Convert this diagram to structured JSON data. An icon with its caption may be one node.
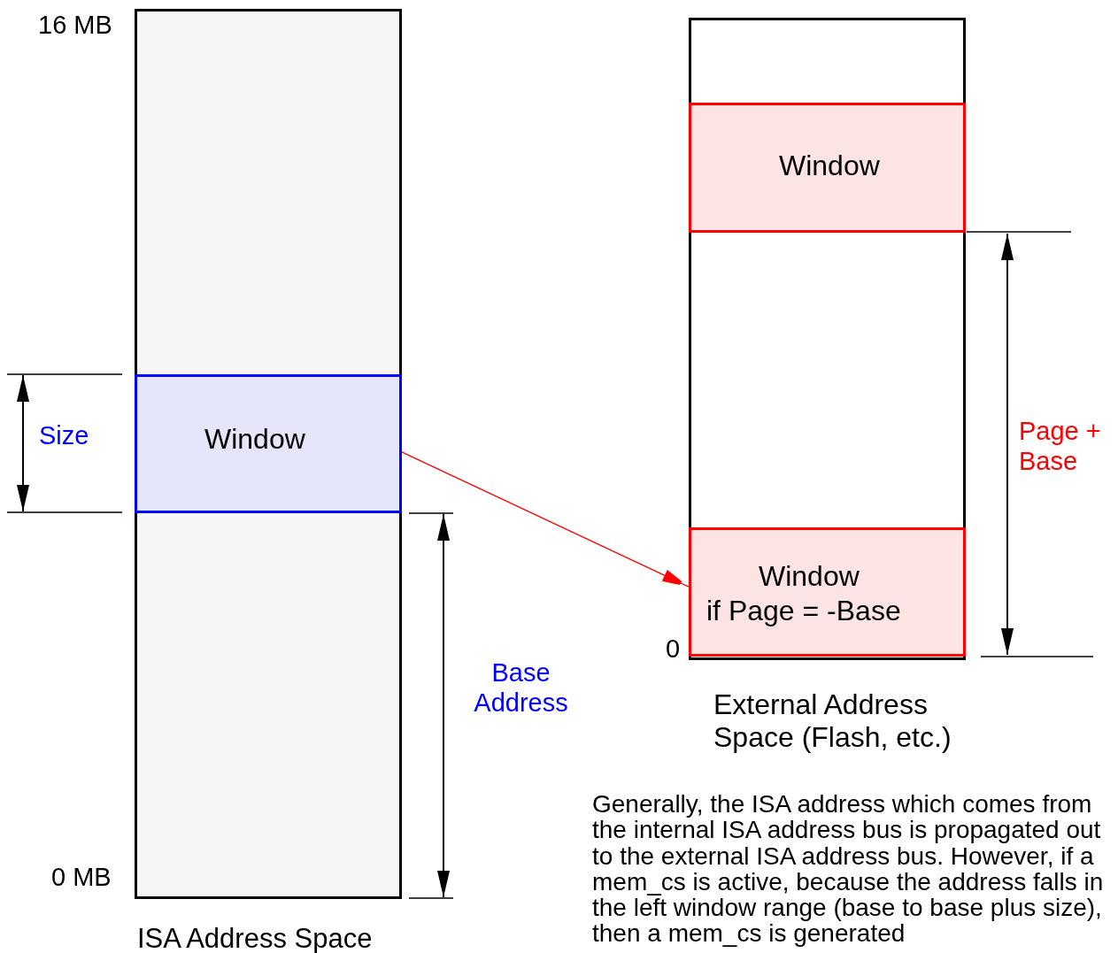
{
  "diagram": {
    "nodes": [
      {
        "text": [
          "ISA Address Space"
        ]
      },
      {
        "text": [
          "Window"
        ],
        "in": 0
      },
      {
        "text": [
          "External Address Space (Flash, etc.)"
        ]
      },
      {
        "text": [
          "Window"
        ],
        "in": 2
      },
      {
        "text": [
          "Window",
          "if Page = -Base"
        ],
        "in": 2
      }
    ],
    "edges": [
      {
        "from": 1,
        "to": 4,
        "arrow": "to",
        "color": "#ff0000"
      }
    ],
    "labels": [
      "16 MB",
      "Size",
      "0 MB",
      "Base Address",
      "0",
      "Page + Base",
      "Generally, the ISA address which comes from the internal ISA address bus is propagated out to the external ISA address bus.  However, if a mem_cs is  active, because the address falls in the left window range (base to base plus size), then a mem_cs is generated"
    ]
  }
}
